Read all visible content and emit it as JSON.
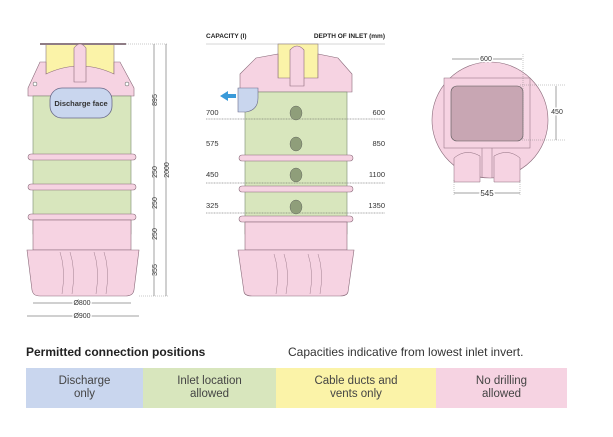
{
  "colors": {
    "discharge": "#c9d6ee",
    "inlet": "#d8e6bd",
    "cable": "#fbf3a8",
    "nodrill": "#f6d3e2",
    "valve": "#8f9e7a",
    "arrow": "#3a9ad9",
    "lid": "#c8a6b3"
  },
  "side_view": {
    "discharge_label": "Discharge face",
    "dimensions": {
      "total_height": "2000",
      "top_section": "895",
      "ring1": "250",
      "ring2": "250",
      "ring3": "250",
      "base": "355",
      "inner_diameter": "Ø800",
      "outer_diameter": "Ø900"
    }
  },
  "section_view": {
    "capacity_header": "CAPACITY (l)",
    "depth_header": "DEPTH OF INLET (mm)",
    "rows": [
      {
        "capacity": "700",
        "depth": "600"
      },
      {
        "capacity": "575",
        "depth": "850"
      },
      {
        "capacity": "450",
        "depth": "1100"
      },
      {
        "capacity": "325",
        "depth": "1350"
      }
    ]
  },
  "plan_view": {
    "width": "600",
    "depth": "450",
    "base_width": "545"
  },
  "legend": {
    "title": "Permitted connection positions",
    "note": "Capacities indicative from lowest inlet invert.",
    "items": [
      {
        "label_line1": "Discharge",
        "label_line2": "only",
        "color_key": "discharge"
      },
      {
        "label_line1": "Inlet location",
        "label_line2": "allowed",
        "color_key": "inlet"
      },
      {
        "label_line1": "Cable ducts and",
        "label_line2": "vents only",
        "color_key": "cable"
      },
      {
        "label_line1": "No drilling",
        "label_line2": "allowed",
        "color_key": "nodrill"
      }
    ]
  }
}
